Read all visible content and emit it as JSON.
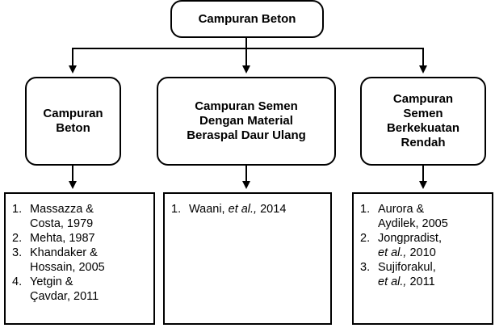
{
  "root": {
    "label": "Campuran Beton"
  },
  "categories": [
    {
      "label": "Campuran\nBeton"
    },
    {
      "label": "Campuran Semen\nDengan Material\nBeraspal Daur Ulang"
    },
    {
      "label": "Campuran\nSemen\nBerkekuatan\nRendah"
    }
  ],
  "references": [
    {
      "items": [
        {
          "num": "1.",
          "pre": "Massazza &\nCosta, 1979",
          "etal": "",
          "post": ""
        },
        {
          "num": "2.",
          "pre": "Mehta, 1987",
          "etal": "",
          "post": ""
        },
        {
          "num": "3.",
          "pre": "Khandaker &\nHossain, 2005",
          "etal": "",
          "post": ""
        },
        {
          "num": "4.",
          "pre": "Yetgin &\nÇavdar, 2011",
          "etal": "",
          "post": ""
        }
      ]
    },
    {
      "items": [
        {
          "num": "1.",
          "pre": "Waani, ",
          "etal": "et al.,",
          "post": " 2014"
        }
      ]
    },
    {
      "items": [
        {
          "num": "1.",
          "pre": "Aurora &\nAydilek, 2005",
          "etal": "",
          "post": ""
        },
        {
          "num": "2.",
          "pre": "Jongpradist,\n",
          "etal": "et al.,",
          "post": " 2010"
        },
        {
          "num": "3.",
          "pre": "Sujiforakul,\n",
          "etal": "et al.,",
          "post": " 2011"
        }
      ]
    }
  ]
}
